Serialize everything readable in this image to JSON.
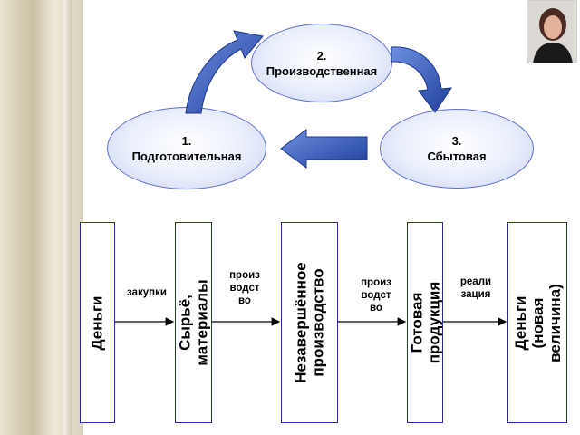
{
  "stages": [
    {
      "label": "1.\nПодготовительная"
    },
    {
      "label": "2.\nПроизводственная"
    },
    {
      "label": "3.\nСбытовая"
    }
  ],
  "boxes": [
    {
      "label": "Деньги"
    },
    {
      "label": "Сырьё, материалы"
    },
    {
      "label": "Незавершённое\nпроизводство"
    },
    {
      "label": "Готовая продукция"
    },
    {
      "label": "Деньги (новая\nвеличина)"
    }
  ],
  "flows": [
    {
      "label": "закупки"
    },
    {
      "label": "произ\nводст\nво"
    },
    {
      "label": "произ\nводст\nво"
    },
    {
      "label": "реали\nзация"
    }
  ],
  "colors": {
    "arrow_blue": "#2f57b8",
    "box_border": "#2c2d9a",
    "ellipse_border": "#5f6fd6"
  },
  "icons": [
    "curved-arrow-icon",
    "curved-arrow-icon",
    "left-arrow-icon"
  ]
}
